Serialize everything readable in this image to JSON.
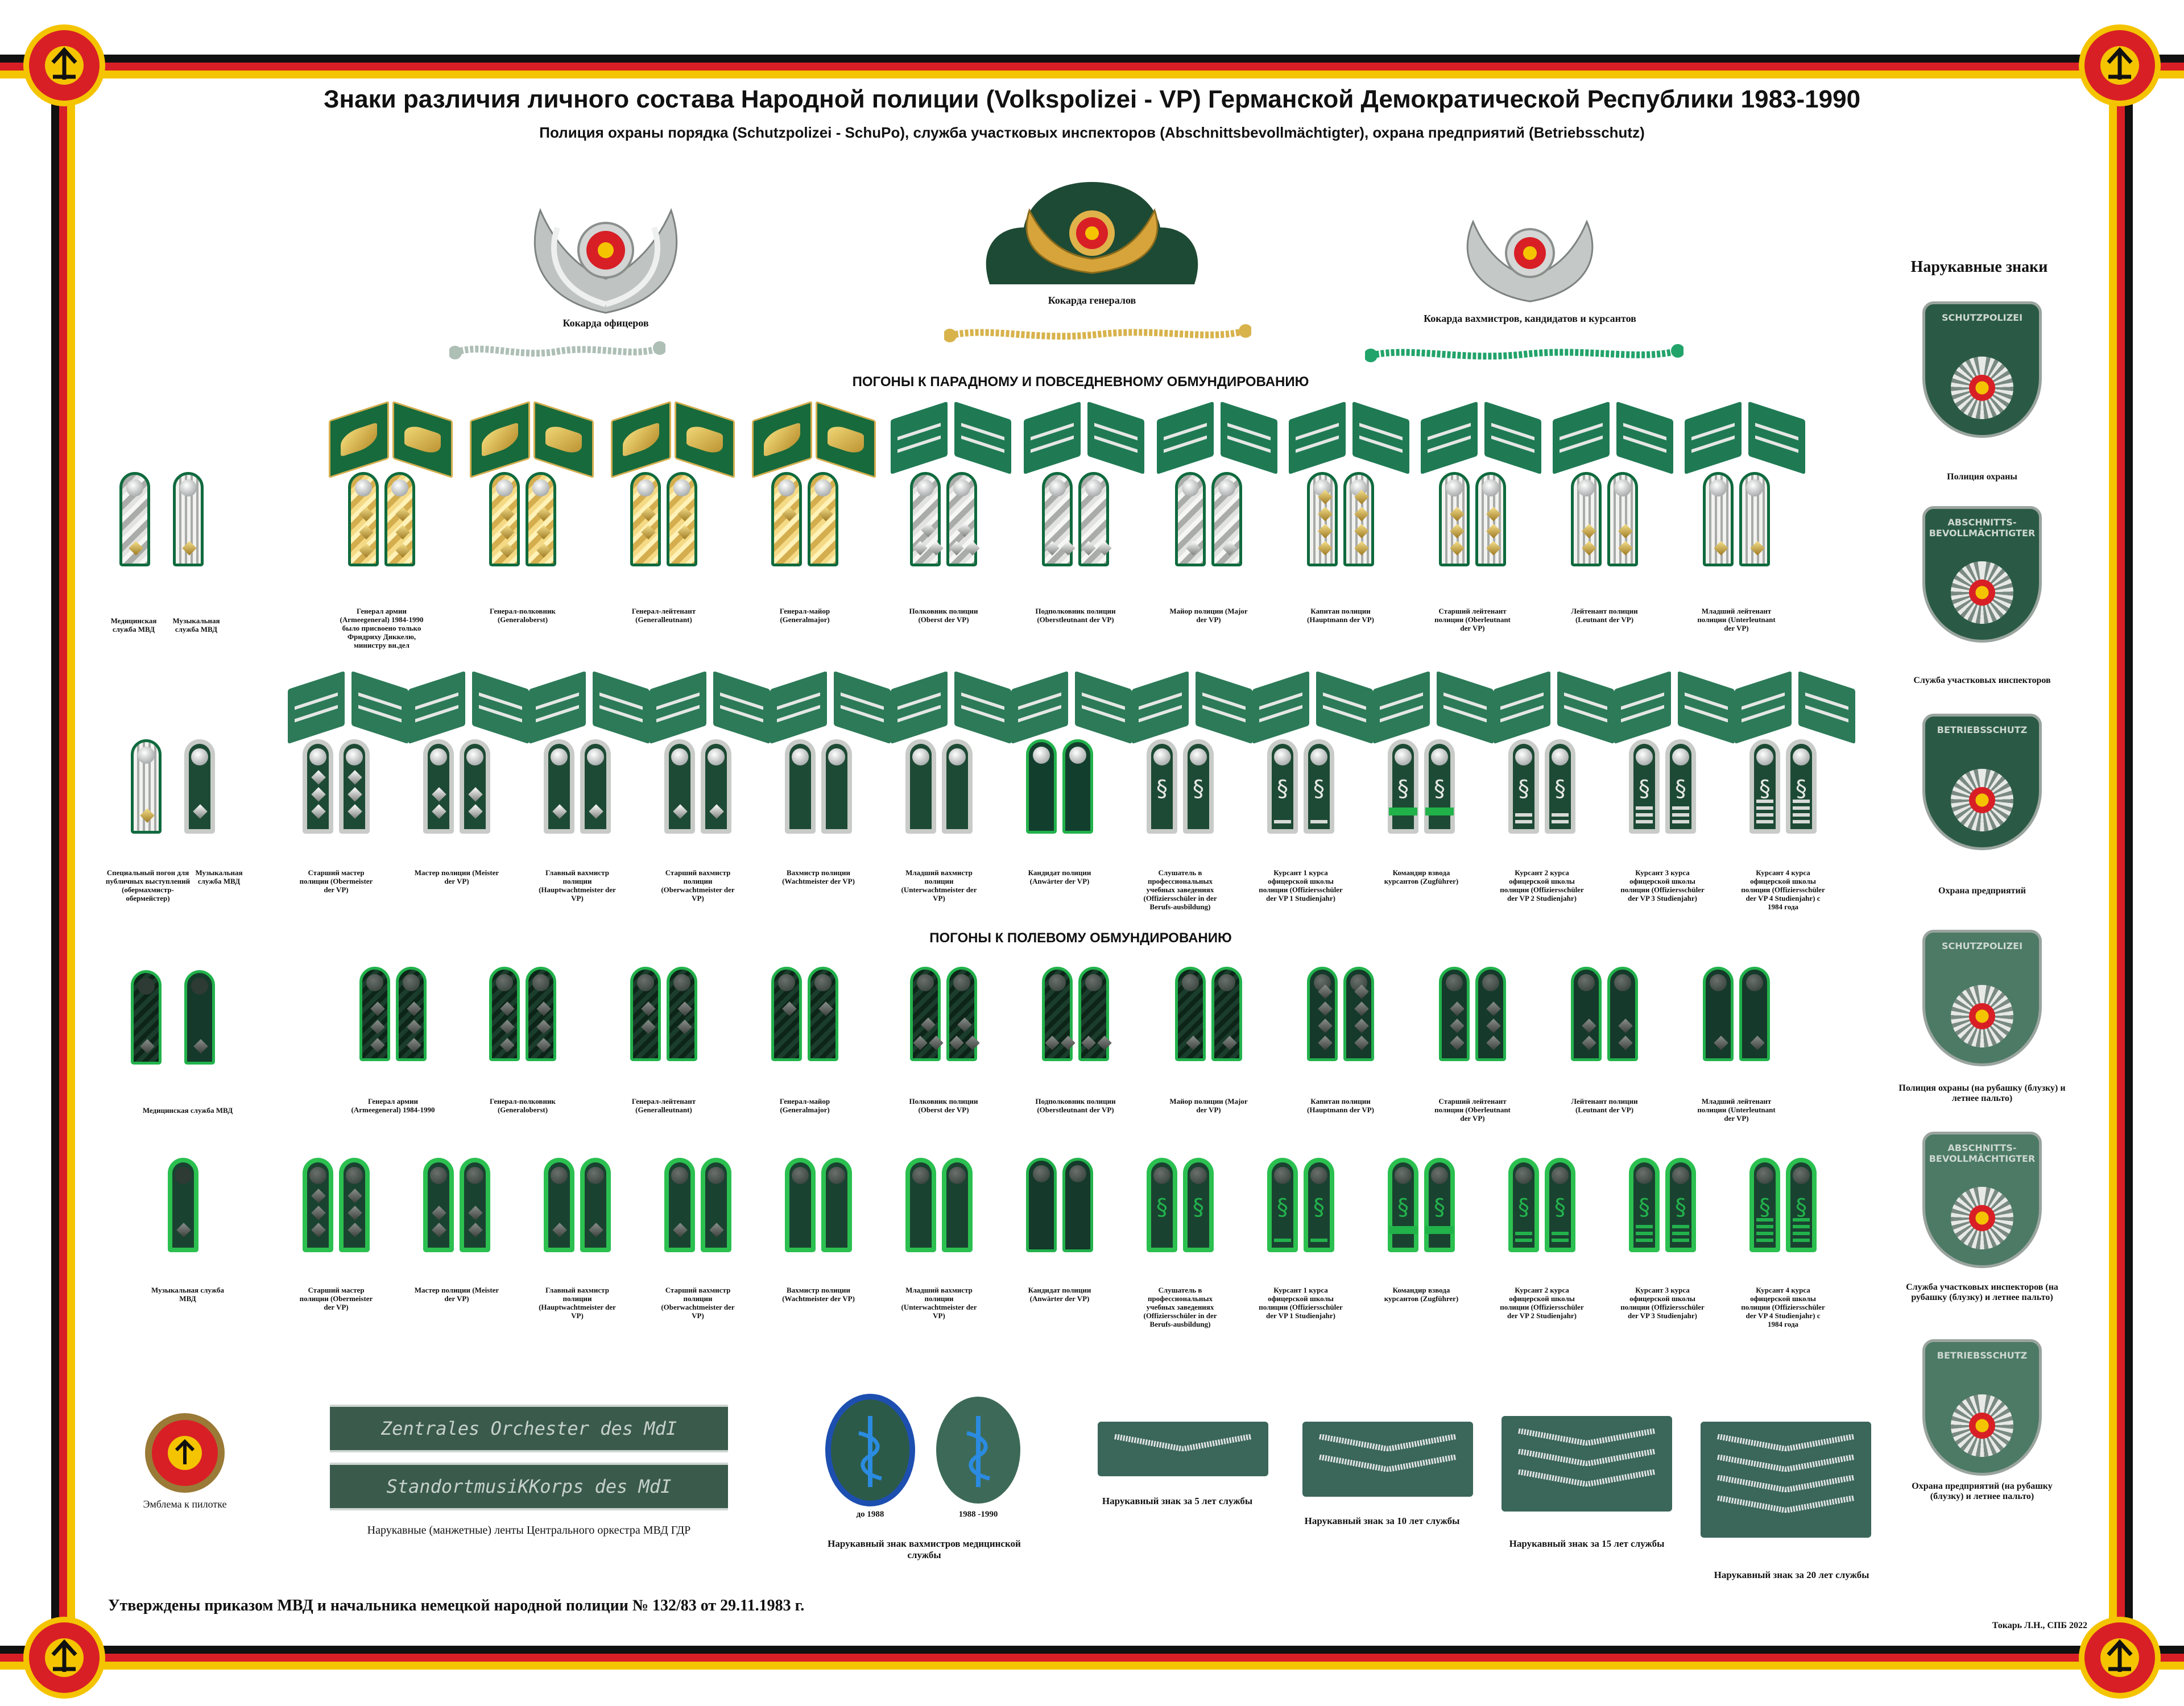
{
  "header": {
    "title": "Знаки различия личного состава Народной полиции (Volkspolizei - VP) Германской Демократической Республики 1983-1990",
    "subtitle": "Полиция охраны порядка (Schutzpolizei - SchuPo), служба участковых инспекторов (Abschnittsbevollmächtigter), охрана предприятий (Betriebsschutz)"
  },
  "cockades": {
    "officers": "Кокарда офицеров",
    "generals": "Кокарда генералов",
    "nco": "Кокарда вахмистров, кандидатов и курсантов"
  },
  "sections": {
    "parade": "ПОГОНЫ К ПАРАДНОМУ И ПОВСЕДНЕВНОМУ ОБМУНДИРОВАНИЮ",
    "field": "ПОГОНЫ К ПОЛЕВОМУ ОБМУНДИРОВАНИЮ",
    "sleeve": "Нарукавные знаки"
  },
  "special": {
    "med1": "Медицинская служба МВД",
    "mus1": "Музыкальная служба МВД",
    "spec": "Специальный погон для публичных выступлений (обермахмистр-обермейстер)",
    "mus2": "Музыкальная служба МВД",
    "med3": "Медицинская служба МВД",
    "mus3": "Музыкальная служба МВД"
  },
  "ranks_officers_parade": [
    "Генерал армии (Armeegeneral) 1984-1990 было присвоено только Фридриху Диккелю, министру вн.дел",
    "Генерал-полковник (Generaloberst)",
    "Генерал-лейтенант (Generalleutnant)",
    "Генерал-майор (Generalmajor)",
    "Полковник полиции (Oberst der VP)",
    "Подполковник полиции (Oberstleutnant der VP)",
    "Майор полиции (Major der VP)",
    "Капитан полиции (Hauptmann der VP)",
    "Старший лейтенант полиции (Oberleutnant der VP)",
    "Лейтенант полиции (Leutnant der VP)",
    "Младший лейтенант полиции (Unterleutnant der VP)"
  ],
  "ranks_nco_parade": [
    "Старший мастер полиции (Obermeister der VP)",
    "Мастер полиции (Meister der VP)",
    "Главный вахмистр полиции (Hauptwachtmeister der VP)",
    "Старший вахмистр полиции (Oberwachtmeister der VP)",
    "Вахмистр полиции (Wachtmeister der VP)",
    "Младший вахмистр полиции (Unterwachtmeister der VP)",
    "Кандидат полиции (Anwärter der VP)",
    "Слушатель в профессиональных учебных заведениях (Offiziersschüler in der Berufs-ausbildung)",
    "Курсант 1 курса офицерской школы полиции (Offiziersschüler der VP 1 Studienjahr)",
    "Командир взвода курсантов (Zugführer)",
    "Курсант 2 курса офицерской школы полиции (Offiziersschüler der VP 2 Studienjahr)",
    "Курсант 3 курса офицерской школы полиции (Offiziersschüler der VP 3 Studienjahr)",
    "Курсант 4 курса офицерской школы полиции (Offiziersschüler der VP 4 Studienjahr) с 1984 года"
  ],
  "ranks_officers_field": [
    "Генерал армии (Armeegeneral) 1984-1990",
    "Генерал-полковник (Generaloberst)",
    "Генерал-лейтенант (Generalleutnant)",
    "Генерал-майор (Generalmajor)",
    "Полковник полиции (Oberst der VP)",
    "Подполковник полиции (Oberstleutnant der VP)",
    "Майор полиции (Major der VP)",
    "Капитан полиции (Hauptmann der VP)",
    "Старший лейтенант полиции (Oberleutnant der VP)",
    "Лейтенант полиции (Leutnant der VP)",
    "Младший лейтенант полиции (Unterleutnant der VP)"
  ],
  "ranks_nco_field": [
    "Старший мастер полиции (Obermeister der VP)",
    "Мастер полиции (Meister der VP)",
    "Главный вахмистр полиции (Hauptwachtmeister der VP)",
    "Старший вахмистр полиции (Oberwachtmeister der VP)",
    "Вахмистр полиции (Wachtmeister der VP)",
    "Младший вахмистр полиции (Unterwachtmeister der VP)",
    "Кандидат полиции (Anwärter der VP)",
    "Слушатель в профессиональных учебных заведениях (Offiziersschüler in der Berufs-ausbildung)",
    "Курсант 1 курса офицерской школы полиции (Offiziersschüler der VP 1 Studienjahr)",
    "Командир взвода курсантов (Zugführer)",
    "Курсант 2 курса офицерской школы полиции (Offiziersschüler der VP 2 Studienjahr)",
    "Курсант 3 курса офицерской школы полиции (Offiziersschüler der VP 3 Studienjahr)",
    "Курсант 4 курса офицерской школы полиции (Offiziersschüler der VP 4 Studienjahr) с 1984 года"
  ],
  "sleeve_patches": [
    {
      "text": "SCHUTZPOLIZEI",
      "label": "Полиция охраны"
    },
    {
      "text": "ABSCHNITTS-BEVOLLMÄCHTIGTER",
      "label": "Служба участковых инспекторов"
    },
    {
      "text": "BETRIEBSSCHUTZ",
      "label": "Охрана предприятий"
    },
    {
      "text": "SCHUTZPOLIZEI",
      "label": "Полиция охраны (на рубашку (блузку) и летнее пальто)"
    },
    {
      "text": "ABSCHNITTS-BEVOLLMÄCHTIGTER",
      "label": "Служба участковых инспекторов (на рубашку (блузку) и летнее пальто)"
    },
    {
      "text": "BETRIEBSSCHUTZ",
      "label": "Охрана предприятий (на рубашку (блузку) и летнее пальто)"
    }
  ],
  "bottom": {
    "cap_emblem": "Эмблема к пилотке",
    "cuff1": "Zentrales Orchester des MdI",
    "cuff2": "StandortmusiKKorps des MdI",
    "cuff_label": "Нарукавные (манжетные) ленты Центрального оркестра МВД ГДР",
    "med_before": "до 1988",
    "med_after": "1988 -1990",
    "med_label": "Нарукавный знак вахмистров медицинской службы",
    "chev5": "Нарукавный знак за 5 лет службы",
    "chev10": "Нарукавный знак за 10 лет службы",
    "chev15": "Нарукавный знак за 15 лет службы",
    "chev20": "Нарукавный знак за 20 лет службы",
    "approved": "Утверждены приказом МВД и начальника немецкой народной полиции № 132/83 от 29.11.1983 г.",
    "author": "Токарь Л.Н., СПБ 2022"
  },
  "colors": {
    "black": "#111111",
    "red": "#d81f26",
    "gold": "#f4c400",
    "police_green": "#0f6a3e",
    "bright_green": "#22b24c"
  }
}
